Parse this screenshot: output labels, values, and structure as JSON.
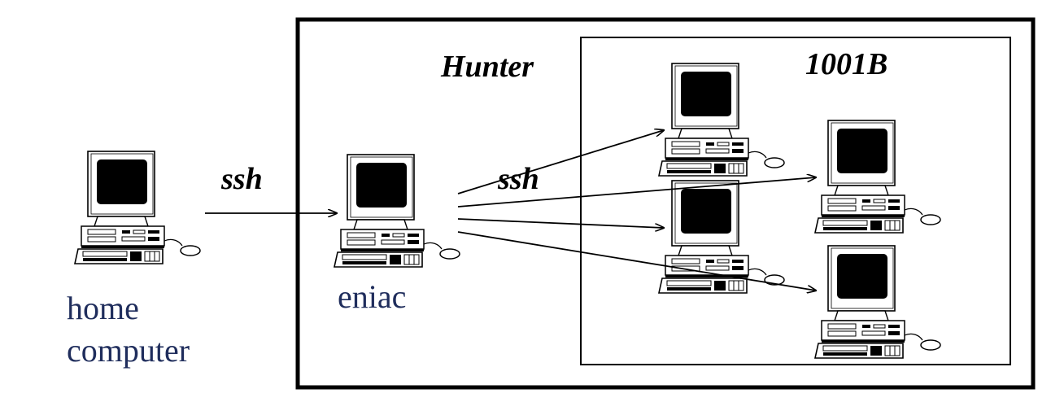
{
  "colors": {
    "node_label": "#1f2d5c",
    "lines": "#000000",
    "screen": "#000000",
    "case": "#ffffff"
  },
  "labels": {
    "outer_box": "Hunter",
    "inner_box": "1001B",
    "ssh_left": "ssh",
    "ssh_right": "ssh",
    "home_line1": "home",
    "home_line2": "computer",
    "eniac": "eniac"
  },
  "icons": {
    "computer": "desktop-computer-icon"
  }
}
